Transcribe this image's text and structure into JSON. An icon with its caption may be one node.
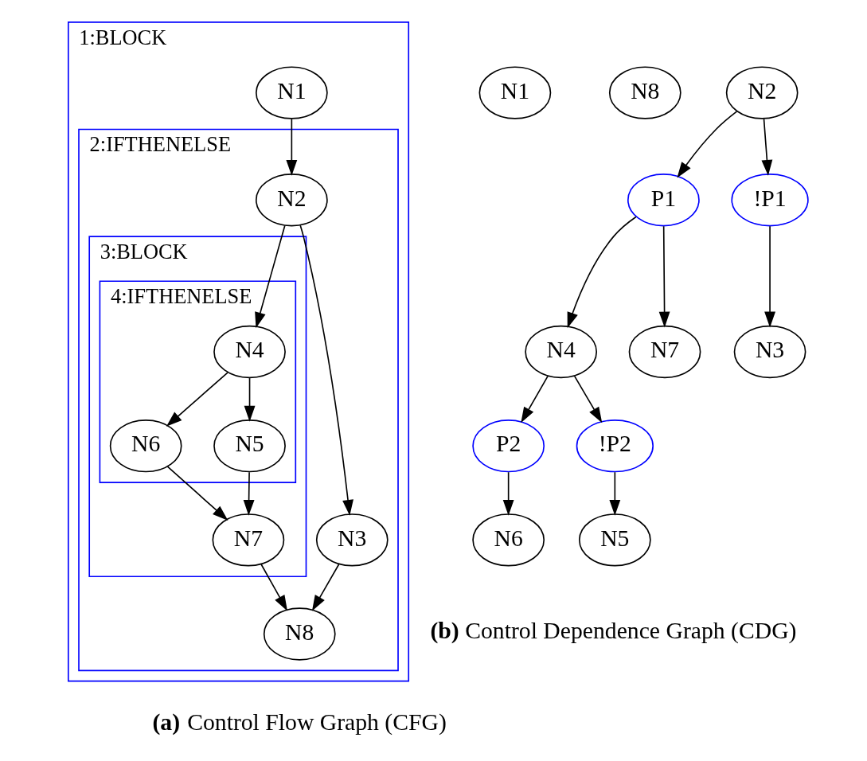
{
  "diagram": {
    "nodes": [
      {
        "text": [
          "1:BLOCK"
        ]
      },
      {
        "text": [
          "N1"
        ],
        "in": 0
      },
      {
        "text": [
          "2:IFTHENELSE"
        ],
        "in": 0
      },
      {
        "text": [
          "N2"
        ],
        "in": 2
      },
      {
        "text": [
          "3:BLOCK"
        ],
        "in": 2
      },
      {
        "text": [
          "4:IFTHENELSE"
        ],
        "in": 4
      },
      {
        "text": [
          "N4"
        ],
        "in": 5
      },
      {
        "text": [
          "N6"
        ],
        "in": 5
      },
      {
        "text": [
          "N5"
        ],
        "in": 5
      },
      {
        "text": [
          "N7"
        ],
        "in": 4
      },
      {
        "text": [
          "N3"
        ],
        "in": 2
      },
      {
        "text": [
          "N8"
        ],
        "in": 2
      },
      {
        "text": [
          "N1"
        ]
      },
      {
        "text": [
          "N8"
        ]
      },
      {
        "text": [
          "N2"
        ]
      },
      {
        "text": [
          "P1"
        ]
      },
      {
        "text": [
          "!P1"
        ]
      },
      {
        "text": [
          "N4"
        ]
      },
      {
        "text": [
          "N7"
        ]
      },
      {
        "text": [
          "N3"
        ]
      },
      {
        "text": [
          "P2"
        ]
      },
      {
        "text": [
          "!P2"
        ]
      },
      {
        "text": [
          "N6"
        ]
      },
      {
        "text": [
          "N5"
        ]
      }
    ],
    "edges": [
      {
        "from": 1,
        "to": 3,
        "arrow": "to"
      },
      {
        "from": 3,
        "to": 6,
        "arrow": "to"
      },
      {
        "from": 3,
        "to": 10,
        "arrow": "to"
      },
      {
        "from": 6,
        "to": 7,
        "arrow": "to"
      },
      {
        "from": 6,
        "to": 8,
        "arrow": "to"
      },
      {
        "from": 7,
        "to": 9,
        "arrow": "to"
      },
      {
        "from": 8,
        "to": 9,
        "arrow": "to"
      },
      {
        "from": 9,
        "to": 11,
        "arrow": "to"
      },
      {
        "from": 10,
        "to": 11,
        "arrow": "to"
      },
      {
        "from": 14,
        "to": 15,
        "arrow": "to"
      },
      {
        "from": 14,
        "to": 16,
        "arrow": "to"
      },
      {
        "from": 15,
        "to": 17,
        "arrow": "to"
      },
      {
        "from": 15,
        "to": 18,
        "arrow": "to"
      },
      {
        "from": 16,
        "to": 19,
        "arrow": "to"
      },
      {
        "from": 17,
        "to": 20,
        "arrow": "to"
      },
      {
        "from": 17,
        "to": 21,
        "arrow": "to"
      },
      {
        "from": 20,
        "to": 22,
        "arrow": "to"
      },
      {
        "from": 21,
        "to": 23,
        "arrow": "to"
      }
    ],
    "labels": [
      "**(a)** Control Flow Graph (CFG)",
      "**(b)** Control Dependence Graph (CDG)"
    ]
  }
}
